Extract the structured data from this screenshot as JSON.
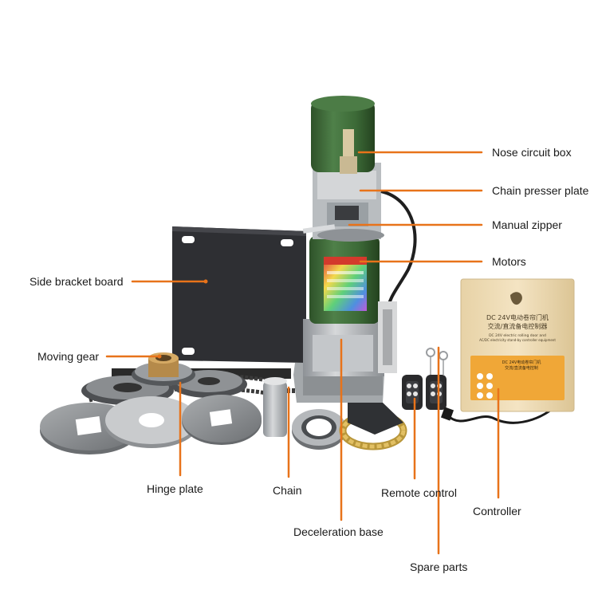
{
  "colors": {
    "leader": "#e8731a",
    "motor_green": "#3f6b3a",
    "metal": "#b9bcbf",
    "bracket": "#2c2d31",
    "controller": "#efdcb6"
  },
  "labels": {
    "nose_circuit_box": "Nose circuit box",
    "chain_presser_plate": "Chain presser plate",
    "manual_zipper": "Manual zipper",
    "motors": "Motors",
    "side_bracket_board": "Side bracket board",
    "moving_gear": "Moving gear",
    "hinge_plate": "Hinge plate",
    "chain": "Chain",
    "remote_control": "Remote control",
    "controller": "Controller",
    "deceleration_base": "Deceleration base",
    "spare_parts": "Spare parts"
  },
  "controller_box": {
    "line1": "DC 24V电动卷帘门机",
    "line2": "交流/直流备电控制器",
    "line3": "DC 24V electric rolling door and",
    "line4": "AC/DC electricity stand-by controller equipment",
    "panel_line1": "DC 24V电动卷帘门机",
    "panel_line2": "交流/直流备电控制"
  }
}
